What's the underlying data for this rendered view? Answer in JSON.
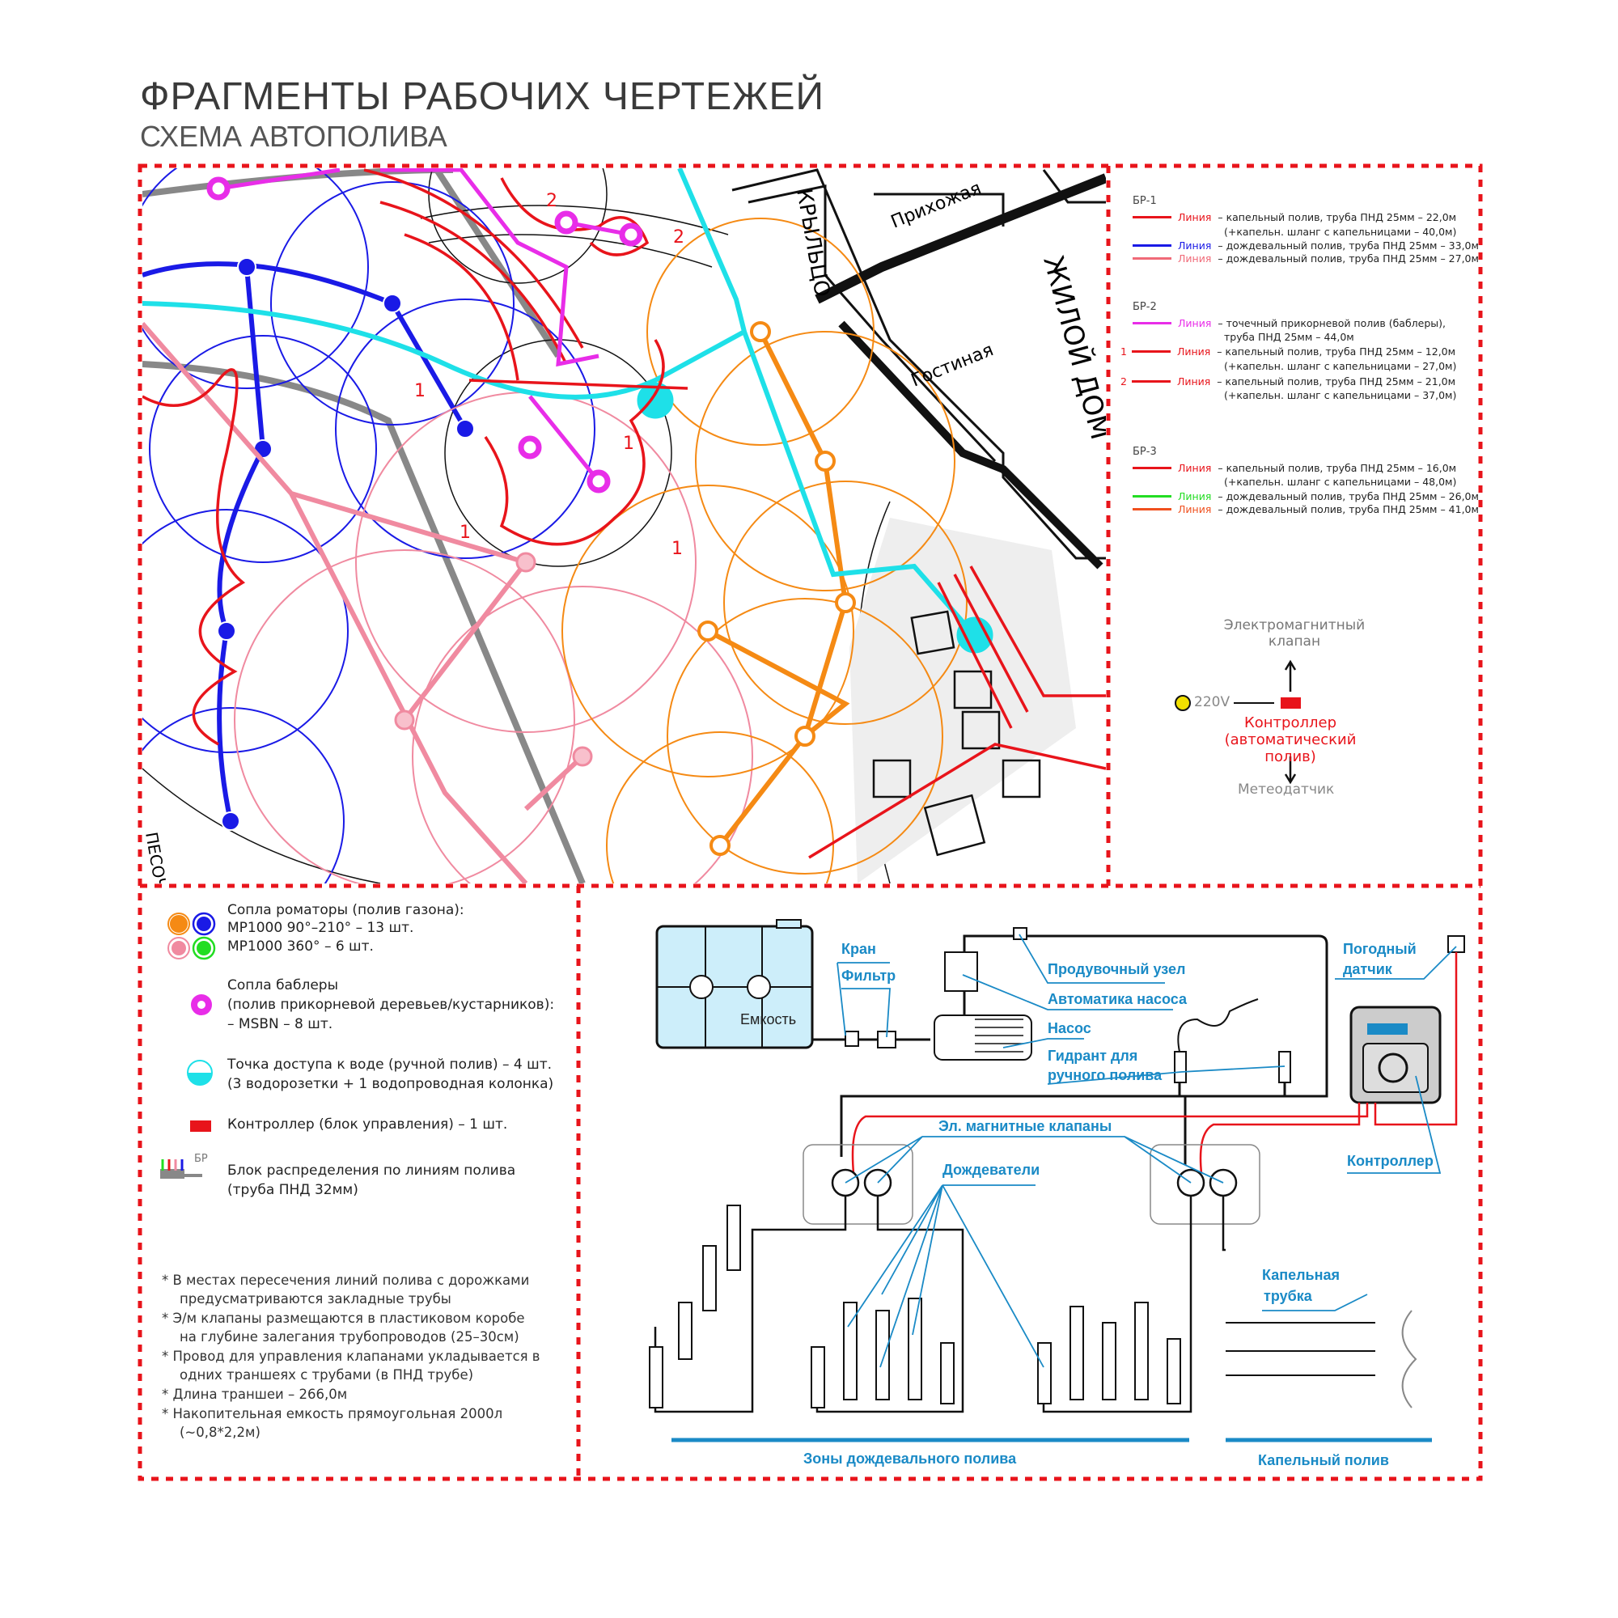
{
  "header": {
    "title": "ФРАГМЕНТЫ РАБОЧИХ ЧЕРТЕЖЕЙ",
    "subtitle": "СХЕМА АВТОПОЛИВА"
  },
  "plan": {
    "labels": {
      "porch": "КРЫЛЬЦО",
      "hallway": "Прихожая",
      "house": "ЖИЛОЙ ДОМ",
      "living_room": "Гостиная",
      "sandbox": "ПЕСОЧ",
      "line1": "1",
      "line2": "2"
    }
  },
  "lines_legend": {
    "groups": [
      {
        "name": "БР-1",
        "lines": [
          {
            "color": "#e8141b",
            "word": "Линия",
            "text": "– капельный полив, труба ПНД 25мм – 22,0м",
            "extra": "(+капельн. шланг с капельницами – 40,0м)"
          },
          {
            "color": "#1a1ae6",
            "word": "Линия",
            "text": "– дождевальный полив, труба ПНД 25мм – 33,0м"
          },
          {
            "color": "#f06a78",
            "word": "Линия",
            "text": "– дождевальный полив, труба ПНД 25мм – 27,0м"
          }
        ]
      },
      {
        "name": "БР-2",
        "lines": [
          {
            "color": "#e82de8",
            "word": "Линия",
            "text": "– точечный прикорневой полив (баблеры),",
            "extra": "труба ПНД 25мм – 44,0м"
          },
          {
            "num": "1",
            "color": "#e8141b",
            "word": "Линия",
            "text": "– капельный полив, труба ПНД 25мм – 12,0м",
            "extra": "(+капельн. шланг с капельницами – 27,0м)"
          },
          {
            "num": "2",
            "color": "#e8141b",
            "word": "Линия",
            "text": "– капельный полив, труба ПНД 25мм – 21,0м",
            "extra": "(+капельн. шланг с капельницами – 37,0м)"
          }
        ]
      },
      {
        "name": "БР-3",
        "lines": [
          {
            "color": "#e8141b",
            "word": "Линия",
            "text": "– капельный полив, труба ПНД 25мм – 16,0м",
            "extra": "(+капельн. шланг с капельницами – 48,0м)"
          },
          {
            "color": "#22dd22",
            "word": "Линия",
            "text": "– дождевальный полив, труба ПНД 25мм – 26,0м"
          },
          {
            "color": "#f0501e",
            "word": "Линия",
            "text": "– дождевальный полив, труба ПНД 25мм – 41,0м"
          }
        ]
      }
    ]
  },
  "controller_scheme": {
    "valve": "Электромагнитный",
    "valve2": "клапан",
    "power": "220V",
    "controller": "Контроллер",
    "controller2": "(автоматический полив)",
    "sensor": "Метеодатчик"
  },
  "symbols_legend": {
    "rotators_title": "Сопла роматоры (полив газона):",
    "rotators_1": "MP1000 90°–210° – 13 шт.",
    "rotators_2": "MP1000 360° – 6 шт.",
    "bubblers_1": "Сопла баблеры",
    "bubblers_2": "(полив прикорневой деревьев/кустарников):",
    "bubblers_3": "– MSBN – 8 шт.",
    "water_1": "Точка доступа к воде (ручной полив) – 4 шт.",
    "water_2": "(3 водорозетки + 1 водопроводная колонка)",
    "controller": "Контроллер (блок управления) – 1 шт.",
    "block_tag": "БР",
    "block_1": "Блок распределения по линиям полива",
    "block_2": "(труба ПНД 32мм)"
  },
  "notes": [
    "* В местах пересечения линий полива с дорожками",
    "  предусматриваются закладные трубы",
    "* Э/м клапаны размещаются в пластиковом коробе",
    "  на глубине залегания трубопроводов (25–30см)",
    "* Провод для управления клапанами укладывается в",
    "  одних траншеях с трубами (в ПНД трубе)",
    "* Длина траншеи – 266,0м",
    "* Накопительная емкость прямоугольная 2000л",
    "  (~0,8*2,2м)"
  ],
  "system_diagram": {
    "tank": "Емкость",
    "tap": "Кран",
    "filter": "Фильтр",
    "blowoff": "Продувочный узел",
    "pump_auto": "Автоматика насоса",
    "pump": "Насос",
    "hydrant_1": "Гидрант для",
    "hydrant_2": "ручного полива",
    "weather_1": "Погодный",
    "weather_2": "датчик",
    "valves": "Эл. магнитные клапаны",
    "sprinklers": "Дождеватели",
    "controller": "Контроллер",
    "drip_1": "Капельная",
    "drip_2": "трубка",
    "zones_sprinkler": "Зоны дождевального полива",
    "zones_drip": "Капельный полив"
  }
}
